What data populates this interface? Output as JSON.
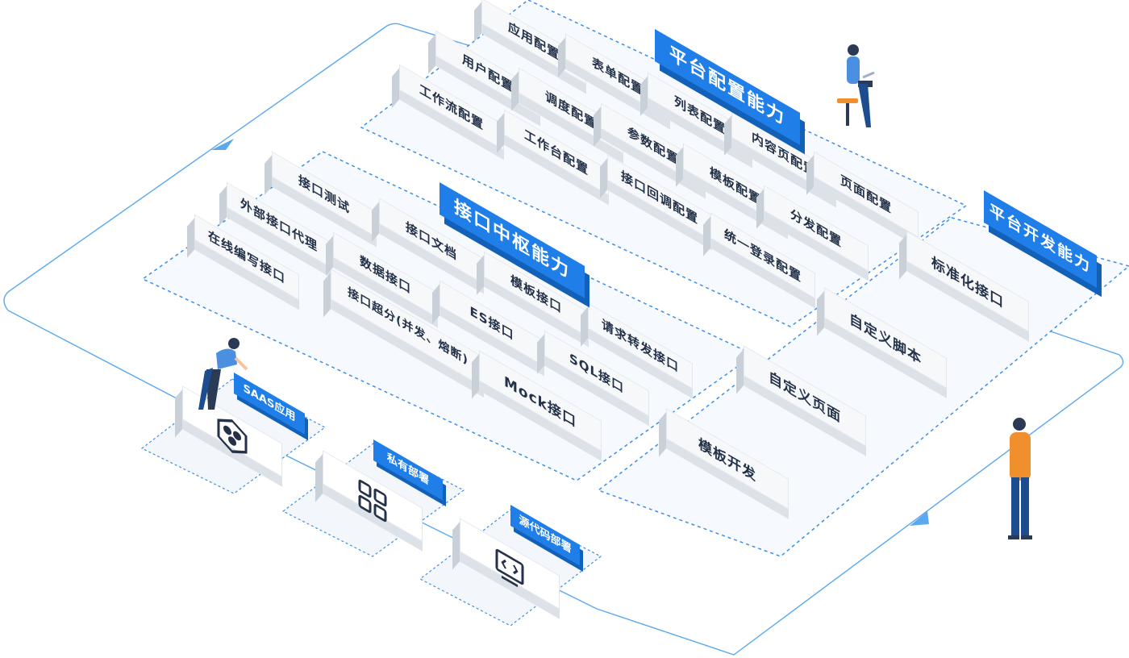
{
  "sections": {
    "platform_config": {
      "title": "平台配置能力",
      "items": [
        "应用配置",
        "用户配置",
        "表单配置",
        "工作流配置",
        "调度配置",
        "列表配置",
        "工作台配置",
        "参数配置",
        "内容页配置",
        "接口回调配置",
        "模板配置",
        "页面配置",
        "统一登录配置",
        "分发配置"
      ]
    },
    "interface_hub": {
      "title": "接口中枢能力",
      "items": [
        "接口测试",
        "外部接口代理",
        "接口文档",
        "在线编写接口",
        "数据接口",
        "模板接口",
        "接口超分(并发、熔断)",
        "ES接口",
        "请求转发接口",
        "SQL接口",
        "Mock接口"
      ]
    },
    "platform_dev": {
      "title": "平台开发能力",
      "items": [
        "标准化接口",
        "自定义脚本",
        "自定义页面",
        "模板开发"
      ]
    }
  },
  "deployments": [
    {
      "label": "SAAS应用",
      "icon": "hexagon-cluster-icon"
    },
    {
      "label": "私有部署",
      "icon": "server-grid-icon"
    },
    {
      "label": "源代码部署",
      "icon": "code-window-icon"
    }
  ],
  "colors": {
    "accent": "#1f7ee8",
    "accent_dark": "#1260b8",
    "dashed_border": "#3d8fe6",
    "flow_line": "#5aa8ee",
    "text": "#243249"
  }
}
